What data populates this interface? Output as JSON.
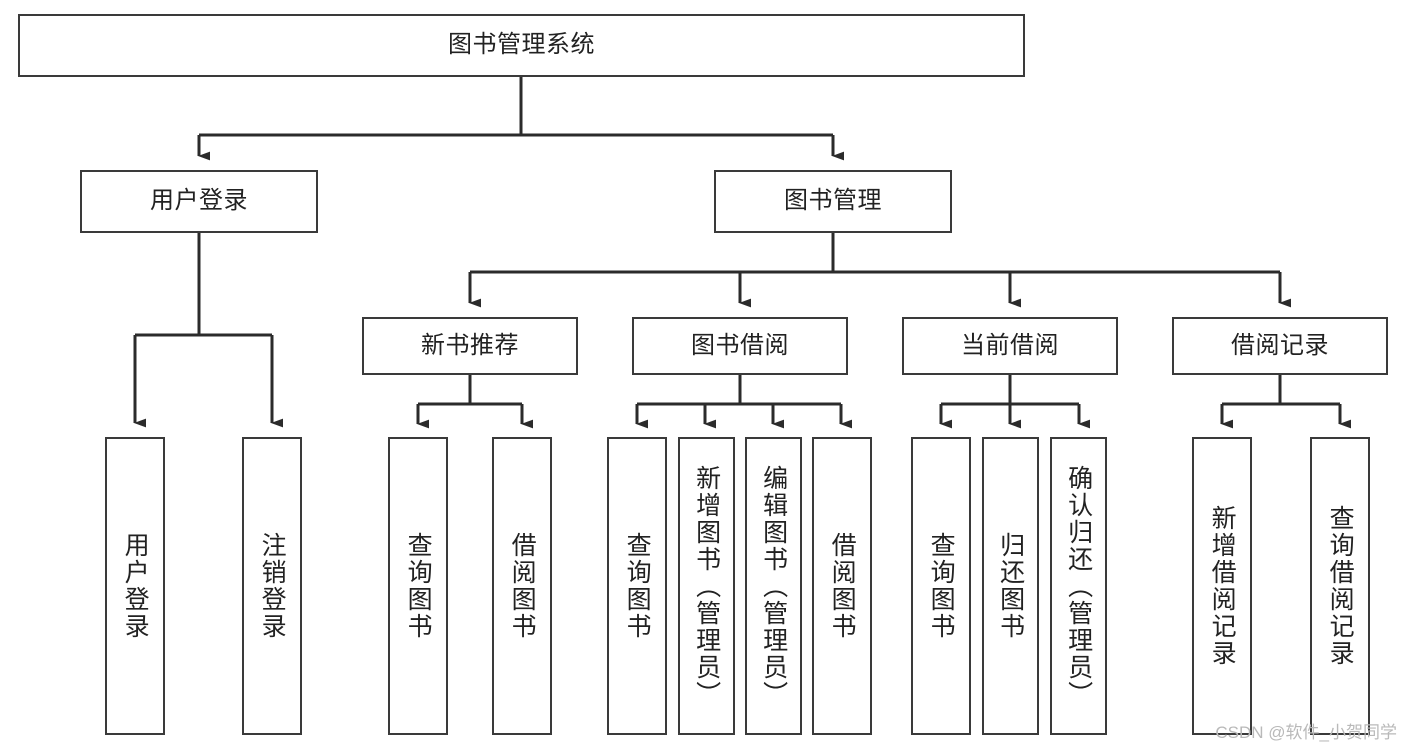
{
  "diagram": {
    "title": "图书管理系统",
    "type": "hierarchy-tree",
    "orientation": "top-down",
    "colors": {
      "box_border": "#3a3a3a",
      "box_fill": "#ffffff",
      "edge": "#2b2b2b",
      "text": "#222222",
      "watermark": "#b9b9b9"
    },
    "levels": {
      "level1": [
        {
          "id": "root",
          "label": "图书管理系统",
          "text_direction": "horizontal"
        }
      ],
      "level2": [
        {
          "id": "user-login",
          "label": "用户登录",
          "text_direction": "horizontal",
          "parent": "root"
        },
        {
          "id": "book-mgmt",
          "label": "图书管理",
          "text_direction": "horizontal",
          "parent": "root"
        }
      ],
      "level3": [
        {
          "id": "new-book-rec",
          "label": "新书推荐",
          "text_direction": "horizontal",
          "parent": "book-mgmt"
        },
        {
          "id": "book-borrow",
          "label": "图书借阅",
          "text_direction": "horizontal",
          "parent": "book-mgmt"
        },
        {
          "id": "current-borrow",
          "label": "当前借阅",
          "text_direction": "horizontal",
          "parent": "book-mgmt"
        },
        {
          "id": "borrow-record",
          "label": "借阅记录",
          "text_direction": "horizontal",
          "parent": "book-mgmt"
        }
      ],
      "level4": [
        {
          "id": "leaf-user-login",
          "label": "用户登录",
          "text_direction": "vertical",
          "parent": "user-login"
        },
        {
          "id": "leaf-logout",
          "label": "注销登录",
          "text_direction": "vertical",
          "parent": "user-login"
        },
        {
          "id": "leaf-query-book-1",
          "label": "查询图书",
          "text_direction": "vertical",
          "parent": "new-book-rec"
        },
        {
          "id": "leaf-borrow-book-1",
          "label": "借阅图书",
          "text_direction": "vertical",
          "parent": "new-book-rec"
        },
        {
          "id": "leaf-query-book-2",
          "label": "查询图书",
          "text_direction": "vertical",
          "parent": "book-borrow"
        },
        {
          "id": "leaf-add-book",
          "label": "新增图书（管理员）",
          "text_direction": "vertical",
          "parent": "book-borrow"
        },
        {
          "id": "leaf-edit-book",
          "label": "编辑图书（管理员）",
          "text_direction": "vertical",
          "parent": "book-borrow"
        },
        {
          "id": "leaf-borrow-book-2",
          "label": "借阅图书",
          "text_direction": "vertical",
          "parent": "book-borrow"
        },
        {
          "id": "leaf-query-book-3",
          "label": "查询图书",
          "text_direction": "vertical",
          "parent": "current-borrow"
        },
        {
          "id": "leaf-return-book",
          "label": "归还图书",
          "text_direction": "vertical",
          "parent": "current-borrow"
        },
        {
          "id": "leaf-confirm-return",
          "label": "确认归还（管理员）",
          "text_direction": "vertical",
          "parent": "current-borrow"
        },
        {
          "id": "leaf-add-record",
          "label": "新增借阅记录",
          "text_direction": "vertical",
          "parent": "borrow-record"
        },
        {
          "id": "leaf-query-record",
          "label": "查询借阅记录",
          "text_direction": "vertical",
          "parent": "borrow-record"
        }
      ]
    }
  },
  "watermark": {
    "text": "CSDN @软件_小贺同学"
  }
}
